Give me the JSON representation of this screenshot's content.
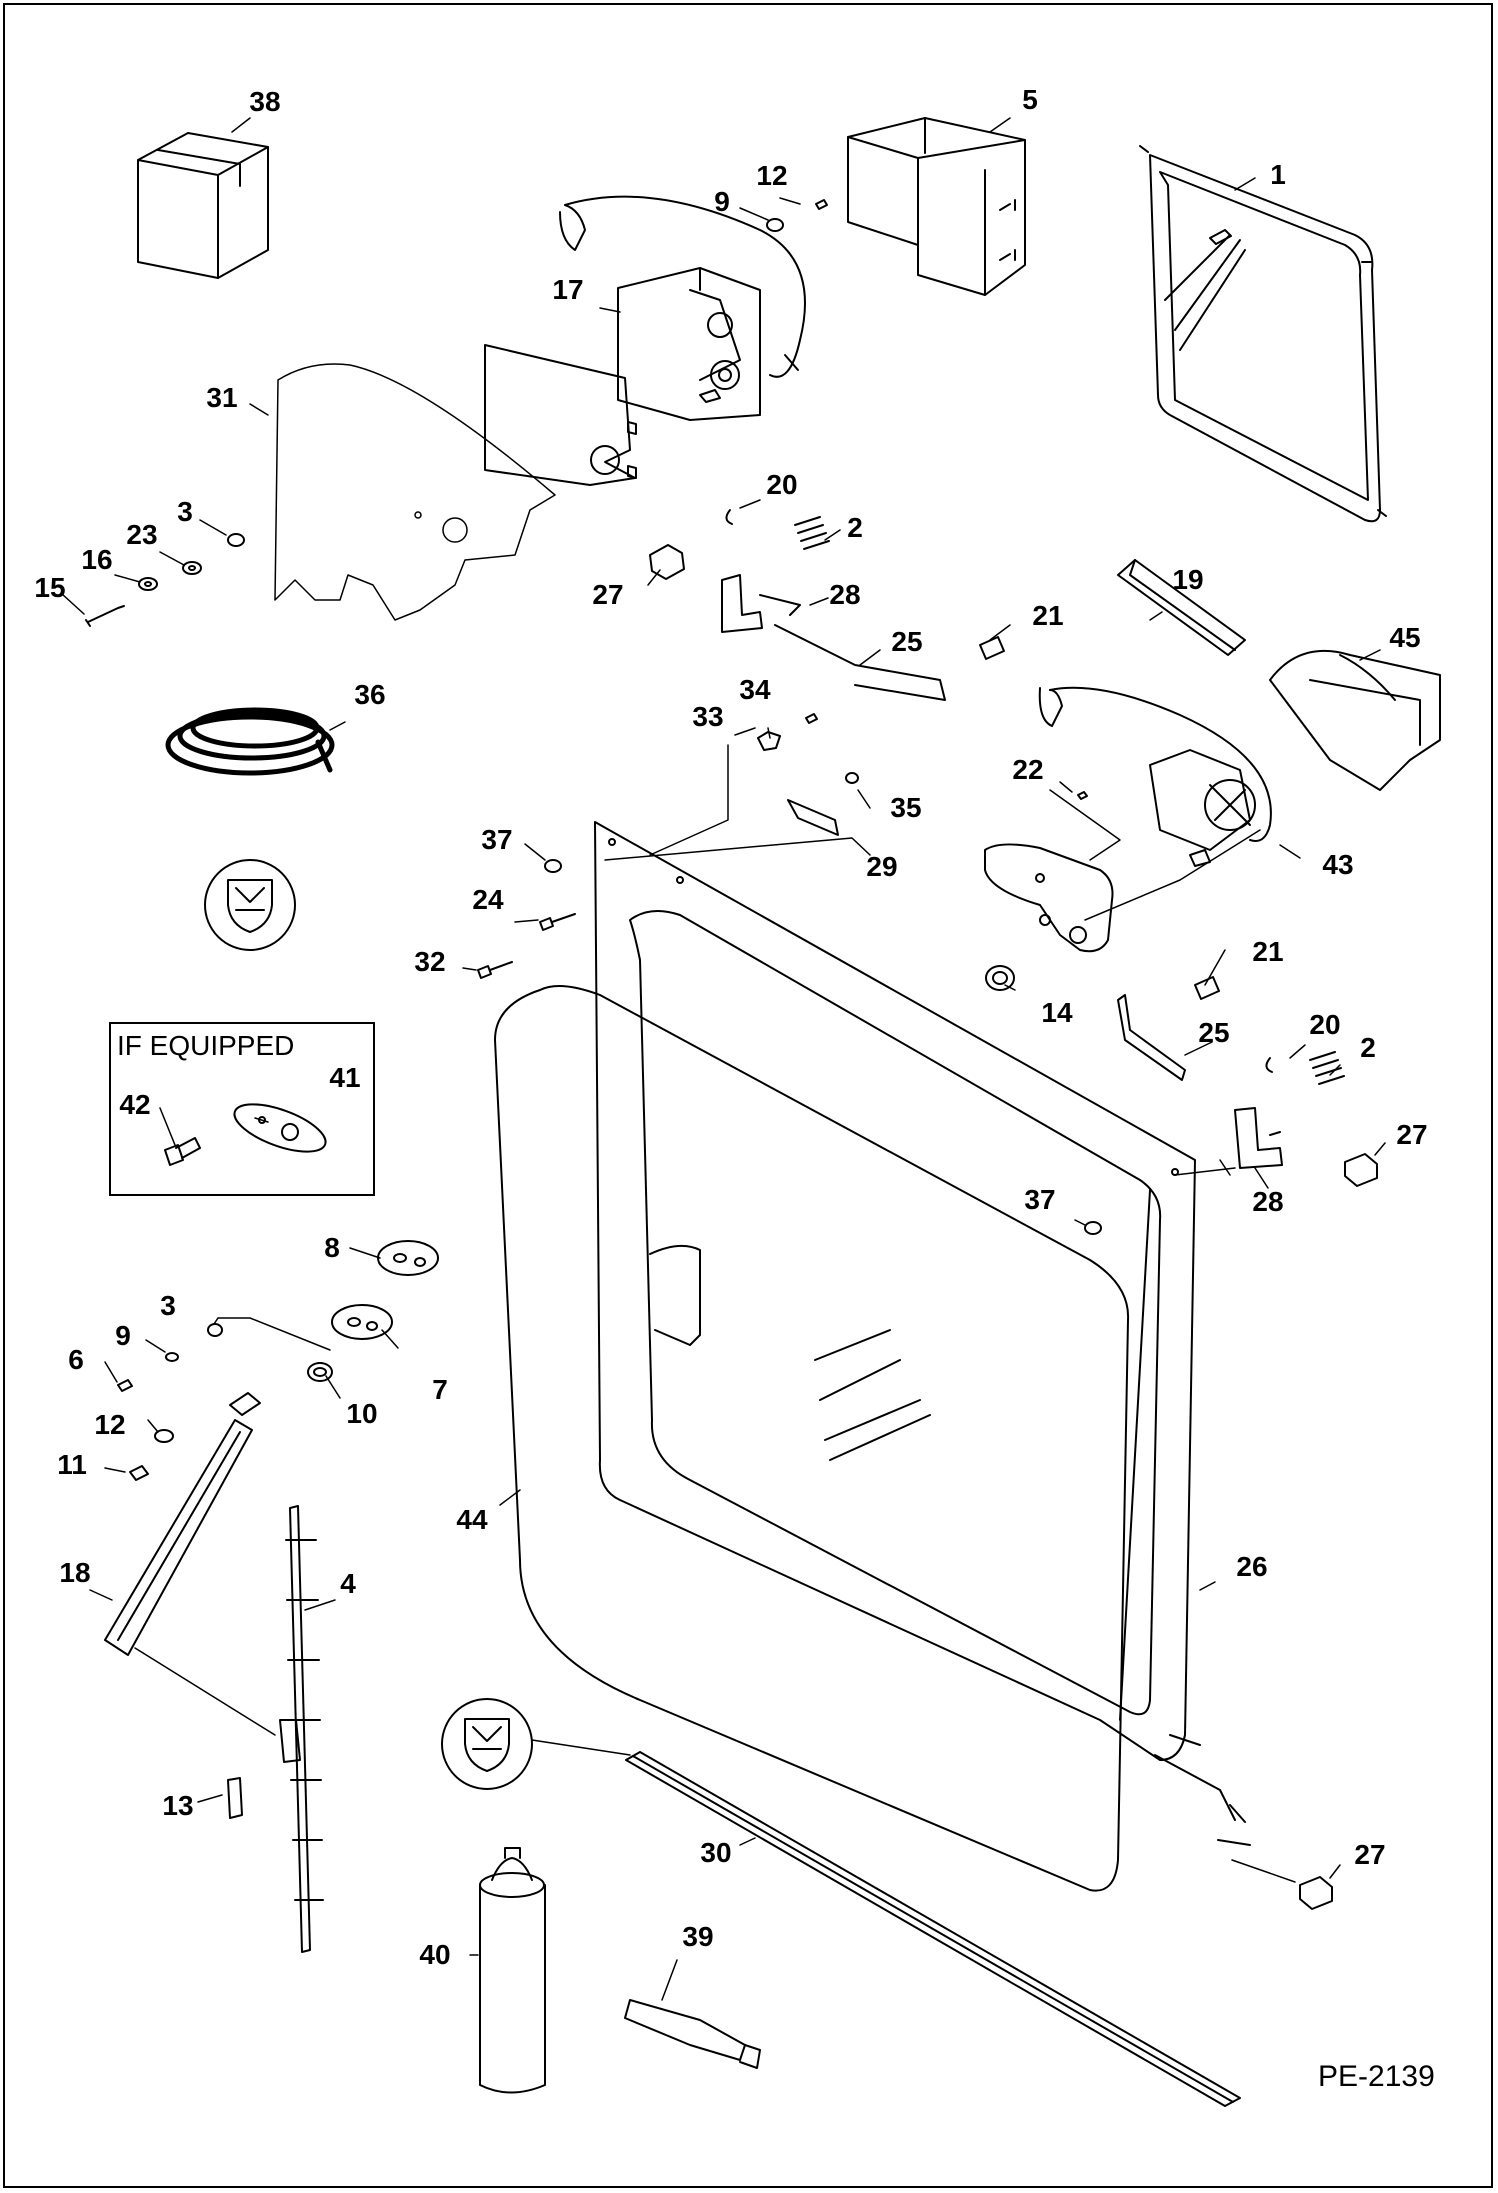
{
  "diagram": {
    "drawing_code": "PE-2139",
    "if_equipped_label": "IF EQUIPPED",
    "callouts": [
      "38",
      "5",
      "12",
      "9",
      "1",
      "17",
      "31",
      "3",
      "23",
      "16",
      "15",
      "20",
      "2",
      "27",
      "28",
      "25",
      "21",
      "19",
      "45",
      "36",
      "34",
      "33",
      "35",
      "22",
      "43",
      "37",
      "29",
      "24",
      "14",
      "32",
      "21",
      "25",
      "20",
      "2",
      "41",
      "42",
      "27",
      "28",
      "37",
      "8",
      "3",
      "9",
      "6",
      "7",
      "10",
      "12",
      "11",
      "44",
      "26",
      "18",
      "4",
      "13",
      "30",
      "27",
      "40",
      "39"
    ]
  }
}
